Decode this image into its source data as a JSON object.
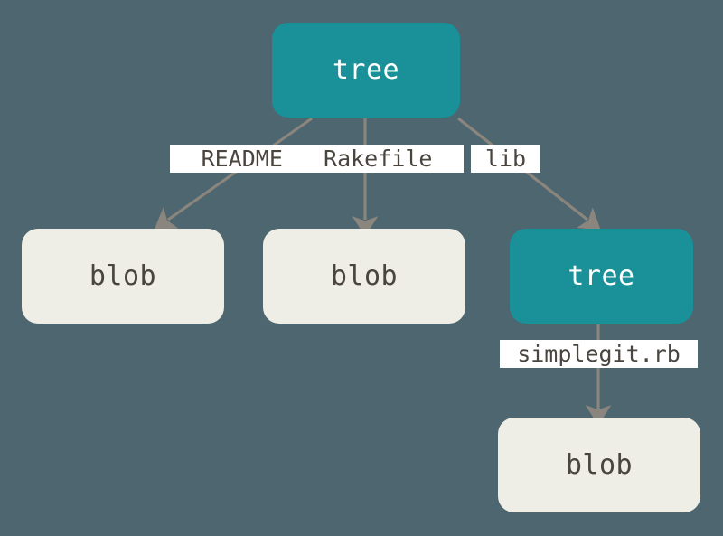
{
  "diagram": {
    "title": "git-tree-object-model",
    "background_color": "#4d6670",
    "tree_color": "#1a9098",
    "blob_color": "#efeee6",
    "edge_color": "#8a857d",
    "label_background": "#ffffff",
    "label_text_color": "#4a453f"
  },
  "nodes": {
    "root_tree": {
      "label": "tree",
      "type": "tree"
    },
    "blob_readme": {
      "label": "blob",
      "type": "blob"
    },
    "blob_rakefile": {
      "label": "blob",
      "type": "blob"
    },
    "lib_tree": {
      "label": "tree",
      "type": "tree"
    },
    "blob_simplegit": {
      "label": "blob",
      "type": "blob"
    }
  },
  "edge_labels": {
    "readme_rakefile": "README   Rakefile",
    "readme": "README",
    "rakefile": "Rakefile",
    "lib": "lib",
    "simplegit": "simplegit.rb"
  },
  "edges": [
    {
      "from": "root_tree",
      "to": "blob_readme",
      "label": "README"
    },
    {
      "from": "root_tree",
      "to": "blob_rakefile",
      "label": "Rakefile"
    },
    {
      "from": "root_tree",
      "to": "lib_tree",
      "label": "lib"
    },
    {
      "from": "lib_tree",
      "to": "blob_simplegit",
      "label": "simplegit.rb"
    }
  ]
}
